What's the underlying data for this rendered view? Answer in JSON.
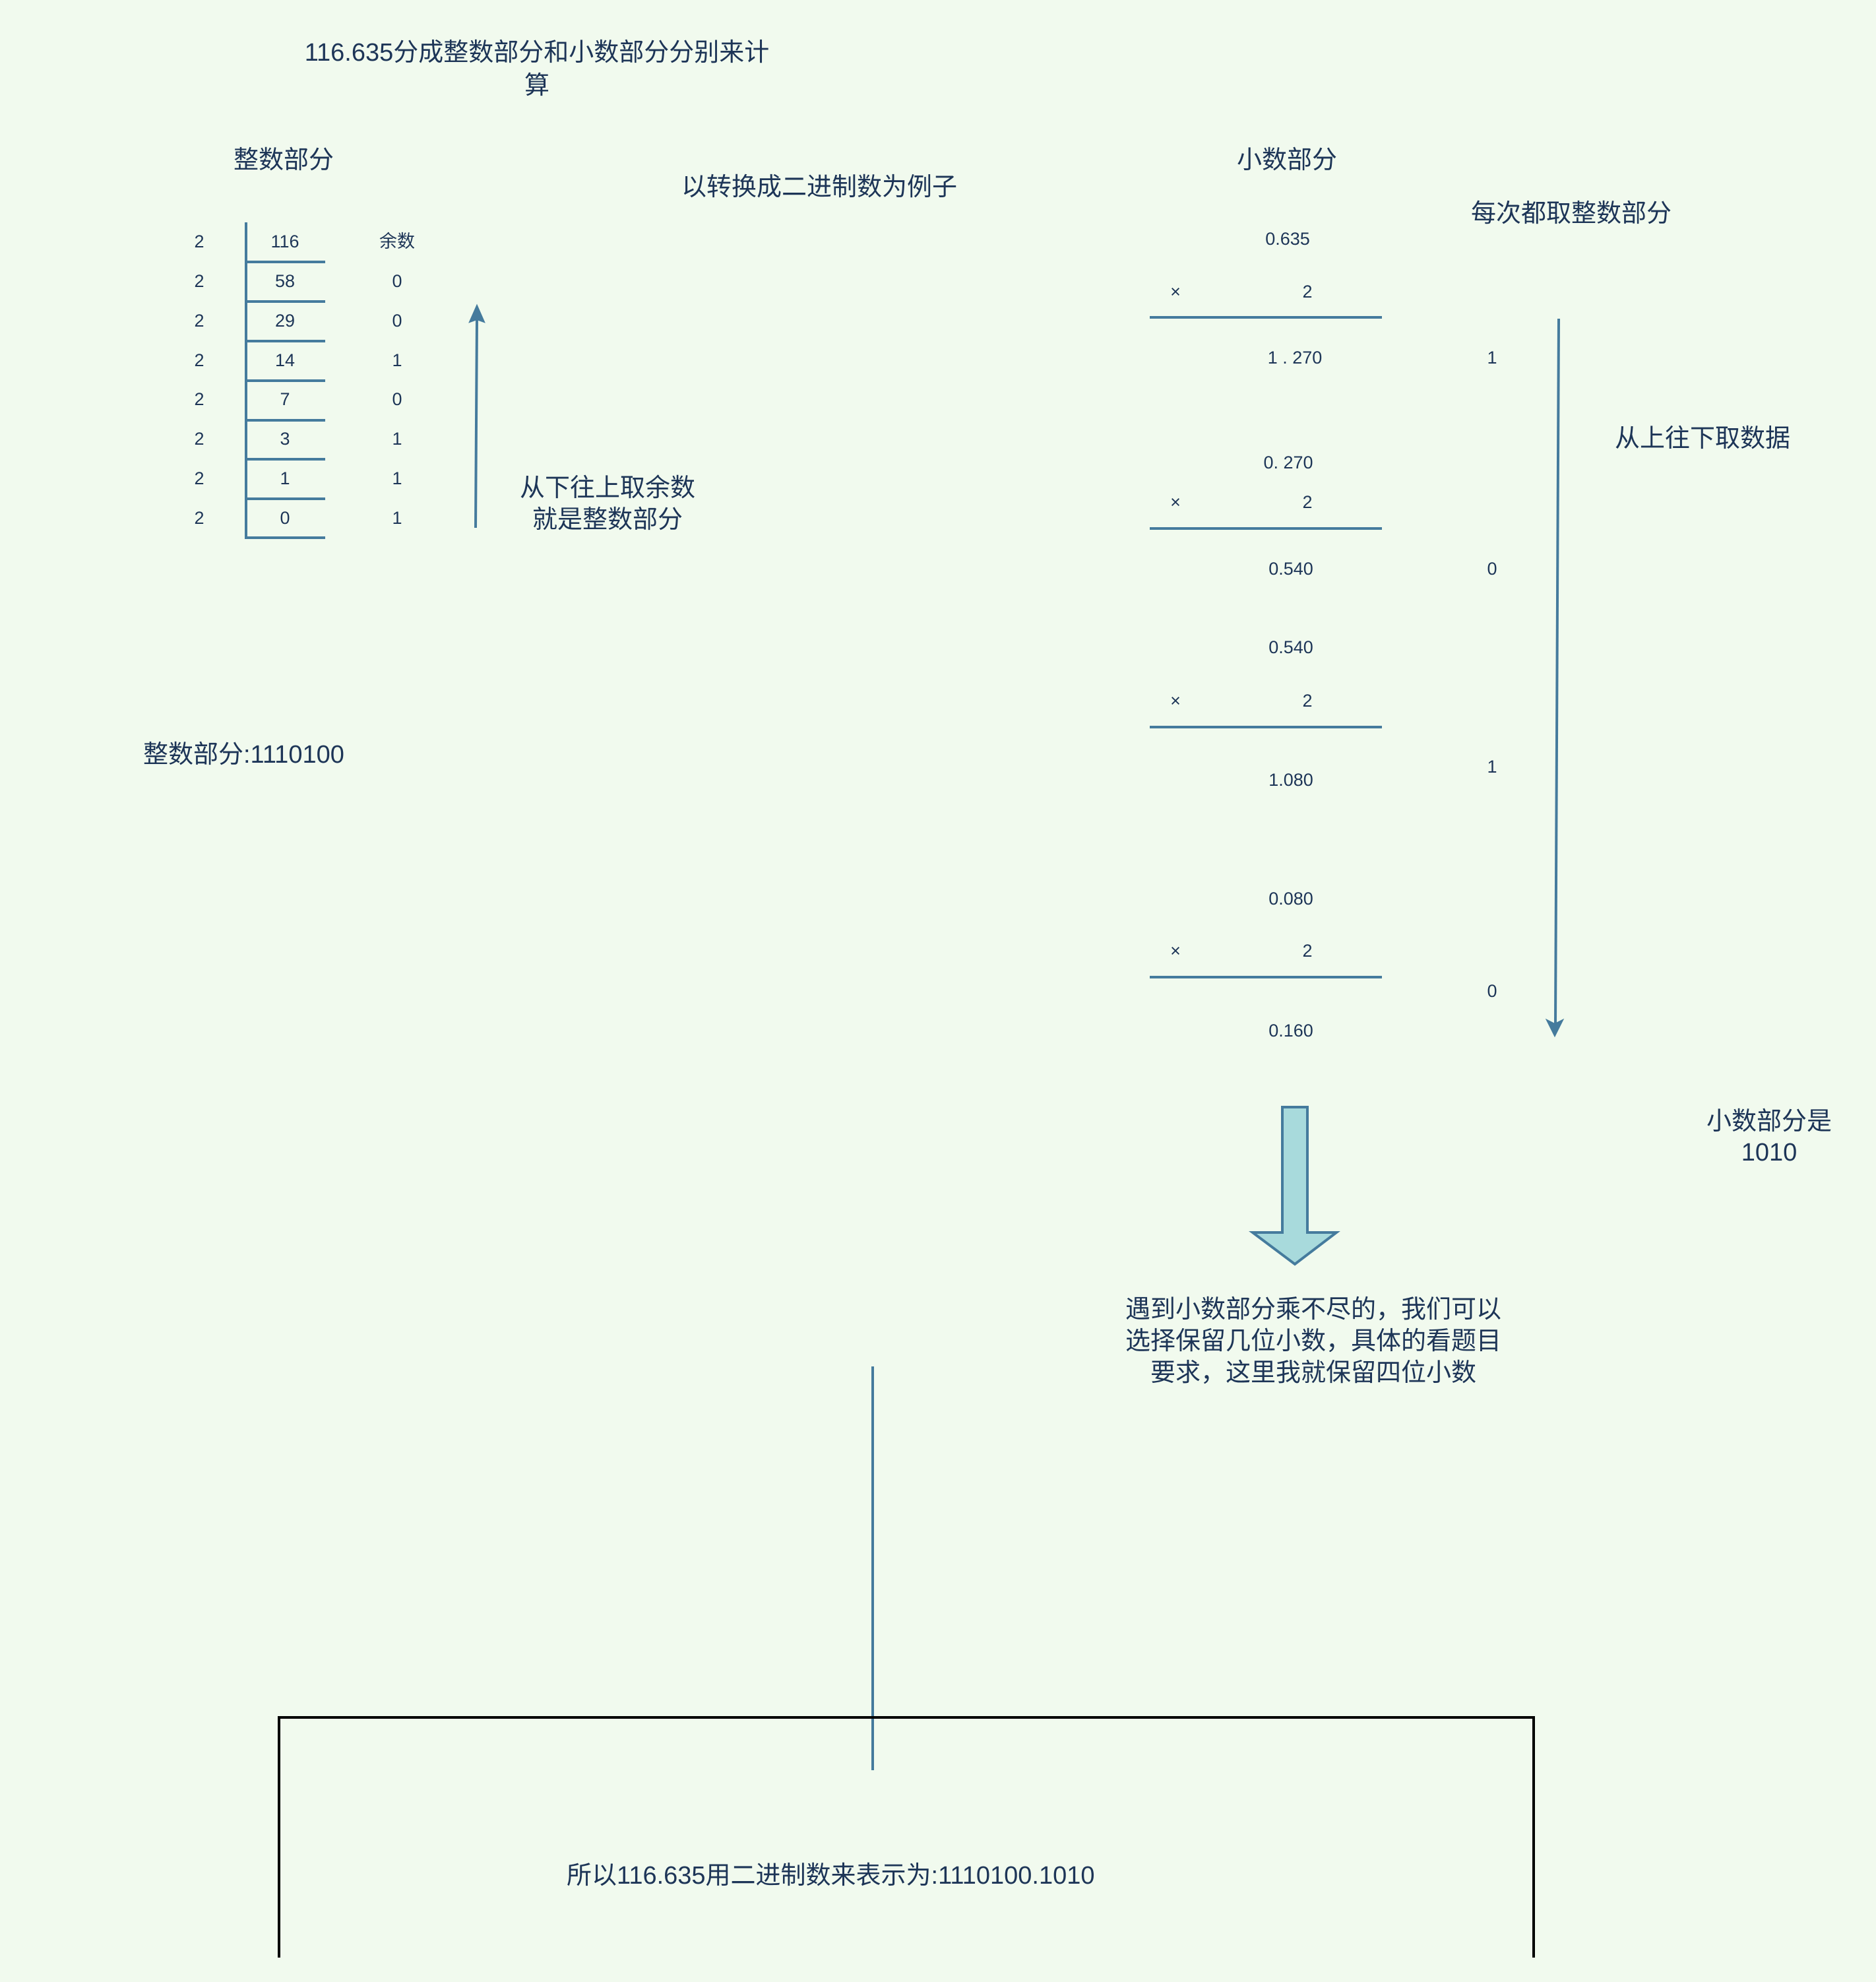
{
  "title": {
    "line1": "116.635分成整数部分和小数部分分别来计",
    "line2": "算"
  },
  "subtitle": "以转换成二进制数为例子",
  "integer_part": {
    "header": "整数部分",
    "remainder_header": "余数",
    "rows": [
      {
        "divisor": "2",
        "quotient": "116",
        "remainder": ""
      },
      {
        "divisor": "2",
        "quotient": "58",
        "remainder": "0"
      },
      {
        "divisor": "2",
        "quotient": "29",
        "remainder": "0"
      },
      {
        "divisor": "2",
        "quotient": "14",
        "remainder": "1"
      },
      {
        "divisor": "2",
        "quotient": "7",
        "remainder": "0"
      },
      {
        "divisor": "2",
        "quotient": "3",
        "remainder": "1"
      },
      {
        "divisor": "2",
        "quotient": "1",
        "remainder": "1"
      },
      {
        "divisor": "2",
        "quotient": "0",
        "remainder": "1"
      }
    ],
    "note_line1": "从下往上取余数",
    "note_line2": "就是整数部分",
    "result": "整数部分:1110100"
  },
  "fraction_part": {
    "header": "小数部分",
    "rule": "每次都取整数部分",
    "direction_note": "从上往下取数据",
    "times_symbol": "×",
    "blocks": [
      {
        "multiplicand": "0.635",
        "multiplier": "2",
        "product": "1 . 270",
        "digit": "1"
      },
      {
        "multiplicand": "0. 270",
        "multiplier": "2",
        "product": "0.540",
        "digit": "0"
      },
      {
        "multiplicand": "0.540",
        "multiplier": "2",
        "product": "1.080",
        "digit": "1"
      },
      {
        "multiplicand": "0.080",
        "multiplier": "2",
        "product": "0.160",
        "digit": "0"
      }
    ],
    "result_line1": "小数部分是",
    "result_line2": "1010",
    "explanation_line1": "遇到小数部分乘不尽的，我们可以",
    "explanation_line2": "选择保留几位小数，具体的看题目",
    "explanation_line3": "要求，这里我就保留四位小数"
  },
  "conclusion": "所以116.635用二进制数来表示为:1110100.1010",
  "colors": {
    "background": "#f1faee",
    "text": "#1d3557",
    "stroke": "#457b9d",
    "block_arrow_fill": "#a8dadc",
    "box_border": "#000000"
  }
}
